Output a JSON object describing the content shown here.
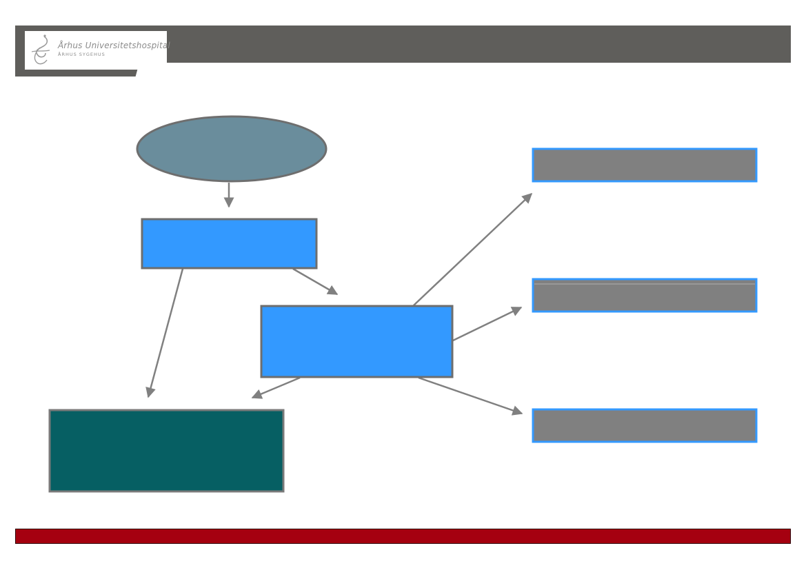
{
  "logo": {
    "name": "Århus Universitetshospital",
    "subtitle": "ÅRHUS SYGEHUS",
    "icon": "swirl-logo-icon"
  },
  "diagram": {
    "nodes": [
      {
        "id": "oval-top",
        "shape": "ellipse",
        "label": ""
      },
      {
        "id": "blue-box-upper",
        "shape": "rect",
        "label": ""
      },
      {
        "id": "blue-box-center",
        "shape": "rect",
        "label": ""
      },
      {
        "id": "teal-box-bottom-left",
        "shape": "rect",
        "label": ""
      },
      {
        "id": "gray-box-right-top",
        "shape": "rect",
        "label": ""
      },
      {
        "id": "gray-box-right-middle",
        "shape": "rect",
        "label": ""
      },
      {
        "id": "gray-box-right-bottom",
        "shape": "rect",
        "label": ""
      }
    ],
    "edges": [
      {
        "from": "oval-top",
        "to": "blue-box-upper"
      },
      {
        "from": "blue-box-upper",
        "to": "teal-box-bottom-left"
      },
      {
        "from": "blue-box-upper",
        "to": "blue-box-center"
      },
      {
        "from": "blue-box-center",
        "to": "teal-box-bottom-left"
      },
      {
        "from": "blue-box-center",
        "to": "gray-box-right-top"
      },
      {
        "from": "blue-box-center",
        "to": "gray-box-right-middle"
      },
      {
        "from": "blue-box-center",
        "to": "gray-box-right-bottom"
      }
    ]
  },
  "colors": {
    "header": "#5f5e5b",
    "footer": "#a50010",
    "oval_fill": "#6a8d9c",
    "blue_box": "#3399ff",
    "teal_box": "#065f63",
    "gray_box": "#808080",
    "gray_box_border": "#3399ff",
    "arrow": "#808080"
  }
}
